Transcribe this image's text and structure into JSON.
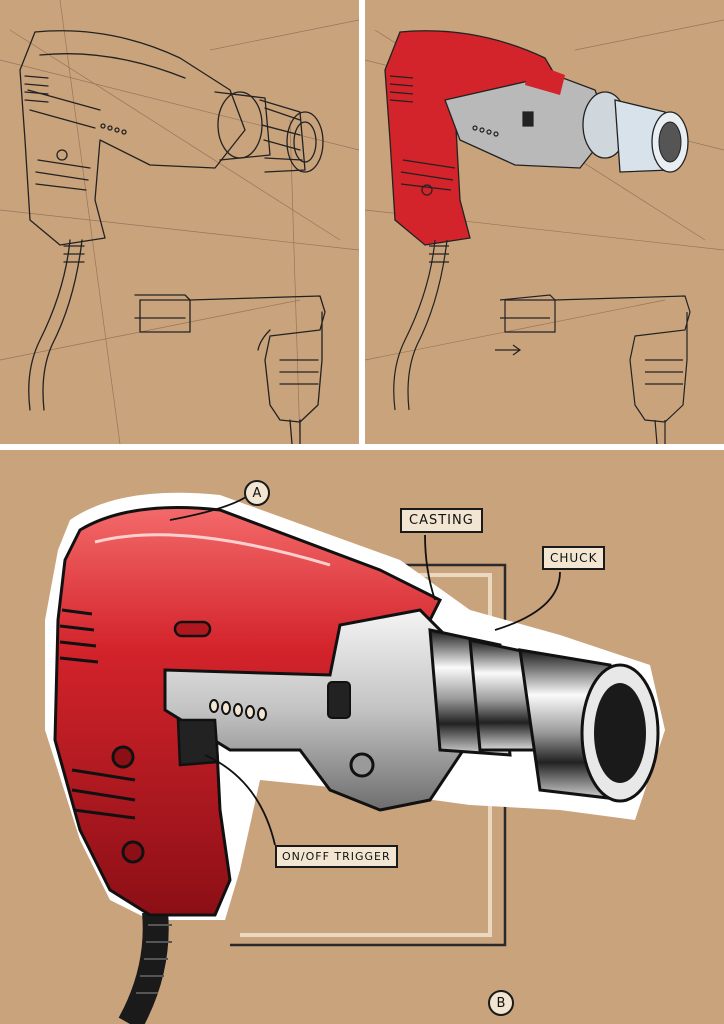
{
  "labels": {
    "casting": "CASTING",
    "chuck": "CHUCK",
    "trigger": "ON/OFF TRIGGER",
    "marker_a": "A",
    "marker_b": "B"
  },
  "colors": {
    "kraft_paper": "#c9a37c",
    "drill_red": "#d3232b",
    "metal_gray": "#b9b9b9",
    "ink": "#1a1a1a"
  }
}
